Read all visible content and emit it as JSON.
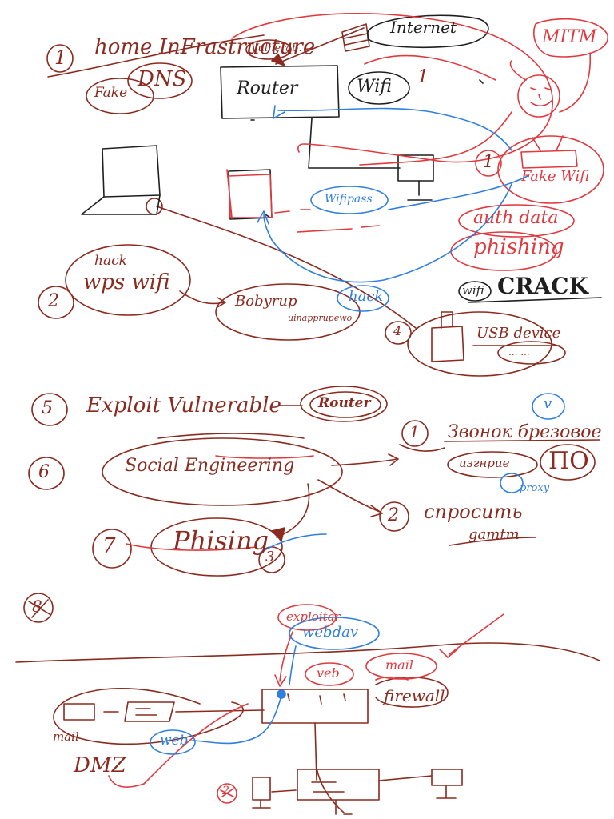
{
  "colors": {
    "ink_dark_red": "#8b2a1f",
    "ink_black": "#1f1f1f",
    "ink_red": "#e0393e",
    "ink_blue": "#2f7fe0"
  },
  "header": {
    "step": "1",
    "title": "home InFrastructure"
  },
  "top": {
    "fake_dns": [
      "Fake",
      "DNS"
    ],
    "vulnerable": "Vulnerab.",
    "internet": "Internet",
    "mitm": "MITM",
    "router": "Router",
    "wifi": "Wifi",
    "wifi_num": "1",
    "fake_wifi_num": "1",
    "fake_wifi": "Fake Wifi",
    "wifipass": "Wifipass",
    "auth_data": "auth data",
    "phishing": "phishing",
    "wifi_small": "wifi",
    "crack": "CRACK"
  },
  "mid": {
    "step2": "2",
    "hack_wps_wifi": [
      "hack",
      "wps wifi"
    ],
    "bruteforce": [
      "Bobyrup",
      "uinapprupewo"
    ],
    "hack": "hack",
    "step4": "4",
    "usb_device": "USB device",
    "usb_note": "... ...",
    "step5": "5",
    "exploit": "Exploit Vulnerable",
    "router_target": "Router",
    "step6": "6",
    "social": "Social Engineering",
    "circle1": "1",
    "zvonok": "Звонок брезовое",
    "izgnpie": "изгнрие",
    "po": "ПО",
    "tag_v": "v",
    "proxy": "proxy",
    "circle2": "2",
    "sprosit": [
      "спросить",
      "gamtm"
    ],
    "step7": "7",
    "phising": "Phising",
    "step3": "3"
  },
  "bottom": {
    "step8": "8",
    "exploitar": "exploitar",
    "webdav": "webdav",
    "web_red": "veb",
    "mail_red": "mail",
    "firewall": "firewall",
    "mail": "mail",
    "web": "web",
    "dmz": "DMZ",
    "small_num": "2"
  }
}
